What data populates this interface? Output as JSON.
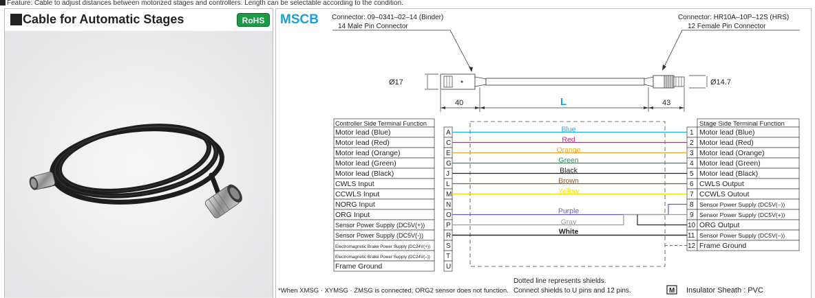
{
  "page_note": "Feature: Cable to adjust distances between motorized stages and controllers. Length can be selectable according to the condition.",
  "product": {
    "section_title": "Cable for Automatic Stages",
    "badge": "RoHS",
    "model": "MSCB"
  },
  "connectors": {
    "left_line1": "Connector: 09–0341–02–14 (Binder)",
    "left_line2": "14 Male Pin Connector",
    "right_line1": "Connector: HR10A–10P–12S (HRS)",
    "right_line2": "12 Female Pin Connector"
  },
  "dimensions": {
    "left_diameter": "Ø17",
    "right_diameter": "Ø14.7",
    "left_length": "40",
    "center_length": "L",
    "right_length": "43"
  },
  "controller_table": {
    "header": "Controller Side Terminal Function",
    "rows": [
      {
        "function": "Motor lead (Blue)",
        "pin": "A"
      },
      {
        "function": "Motor lead (Red)",
        "pin": "C"
      },
      {
        "function": "Motor lead (Orange)",
        "pin": "E"
      },
      {
        "function": "Motor lead (Green)",
        "pin": "G"
      },
      {
        "function": "Motor lead (Black)",
        "pin": "J"
      },
      {
        "function": "CWLS Input",
        "pin": "L"
      },
      {
        "function": "CCWLS Input",
        "pin": "M"
      },
      {
        "function": "NORG Input",
        "pin": "N"
      },
      {
        "function": "ORG Input",
        "pin": "O"
      },
      {
        "function": "Sensor Power Supply (DC5V(+))",
        "pin": "P"
      },
      {
        "function": "Sensor Power Supply (DC5V(-))",
        "pin": "R"
      },
      {
        "function": "Electromagnetic Brake Power Supply (DC24V(+))",
        "pin": "S"
      },
      {
        "function": "Electromagnetic Brake Power Supply (DC24V(–))",
        "pin": "T"
      },
      {
        "function": "Frame Ground",
        "pin": "U"
      }
    ]
  },
  "stage_table": {
    "header": "Stage Side Terminal Function",
    "rows": [
      {
        "pin": "1",
        "function": "Motor lead (Blue)"
      },
      {
        "pin": "2",
        "function": "Motor lead (Red)"
      },
      {
        "pin": "3",
        "function": "Motor lead (Orange)"
      },
      {
        "pin": "4",
        "function": "Motor lead (Green)"
      },
      {
        "pin": "5",
        "function": "Motor lead (Black)"
      },
      {
        "pin": "6",
        "function": "CWLS Output"
      },
      {
        "pin": "7",
        "function": "CCWLS Outout"
      },
      {
        "pin": "8",
        "function": "Sensor Power Supply (DC5V(–))"
      },
      {
        "pin": "9",
        "function": "Sensor Power Supply (DC5V(+))"
      },
      {
        "pin": "10",
        "function": "ORG Output"
      },
      {
        "pin": "11",
        "function": "Sensor Power Supply (DC5V(–))"
      },
      {
        "pin": "12",
        "function": "Frame Ground"
      }
    ]
  },
  "wires": [
    {
      "label": "Blue",
      "color": "#29a3dc"
    },
    {
      "label": "Red",
      "color": "#e0128a"
    },
    {
      "label": "Orange",
      "color": "#f2a51c"
    },
    {
      "label": "Green",
      "color": "#0c9a4a"
    },
    {
      "label": "Black",
      "color": "#222222"
    },
    {
      "label": "Brown",
      "color": "#8a5a2b"
    },
    {
      "label": "Yellow",
      "color": "#f2e200"
    },
    {
      "label": "Purple",
      "color": "#6a55b0"
    },
    {
      "label": "Gray",
      "color": "#9a9a9a"
    },
    {
      "label": "White",
      "color": "#222222"
    }
  ],
  "notes": {
    "xmsg": "*When XMSG · XYMSG · ZMSG is connected, ORG2 sensor does not function.",
    "shield1": "Dotted line represents shields.",
    "shield2": "Connect shields to U pins and 12 pins.",
    "material_badge": "M",
    "material": "Insulator Sheath : PVC"
  }
}
